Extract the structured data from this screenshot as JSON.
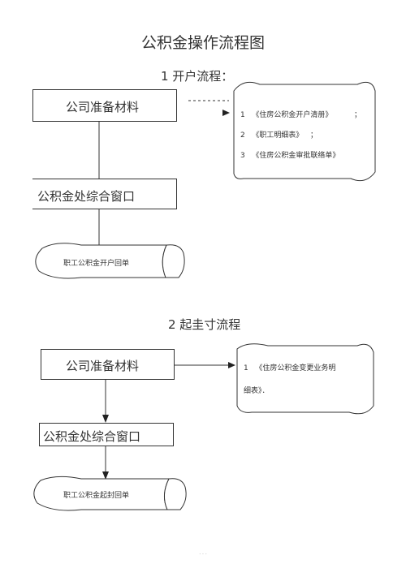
{
  "title": "公积金操作流程图",
  "section1": {
    "heading": "1 开户流程：",
    "box_materials": "公司准备材料",
    "box_window": "公积金处综合窗口",
    "receipt": "职工公积金开户回单",
    "docs": [
      {
        "num": "1",
        "text": "《住房公积金开户清册》",
        "punct": "；"
      },
      {
        "num": "2",
        "text": "《职工明细表》",
        "punct": "；"
      },
      {
        "num": "3",
        "text": "《住房公积金审批联络单》",
        "punct": ""
      }
    ]
  },
  "section2": {
    "heading": "2 起圭寸流程",
    "box_materials": "公司准备材料",
    "box_window": "公积金处综合窗口",
    "receipt": "职工公积金起封回单",
    "doc_num": "1",
    "doc_line1": "《住房公积金变更业务明",
    "doc_line2": "细表》．"
  },
  "footer": "· · ·"
}
